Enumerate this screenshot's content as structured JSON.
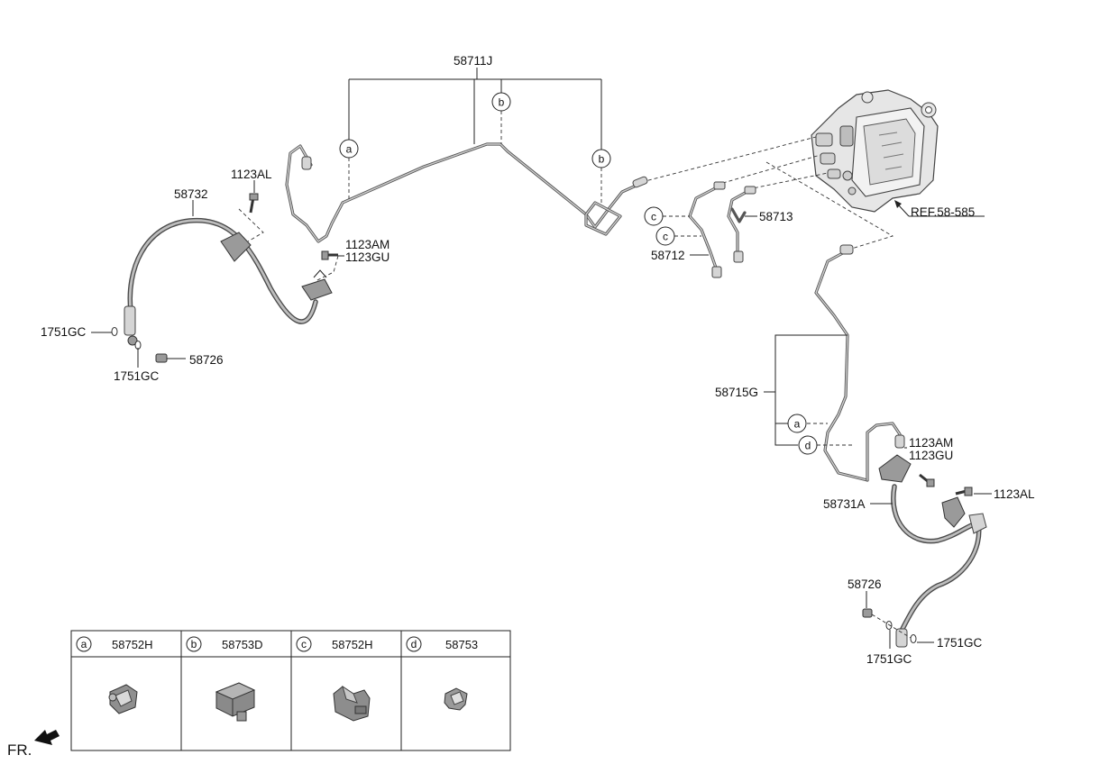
{
  "labels": {
    "p58711J": "58711J",
    "p1123AL_l": "1123AL",
    "p58732": "58732",
    "p1123AM_l": "1123AM",
    "p1123GU_l": "1123GU",
    "p1751GC_l1": "1751GC",
    "p1751GC_l2": "1751GC",
    "p58726_l": "58726",
    "p58713": "58713",
    "p58712": "58712",
    "ref": "REF.58-585",
    "p58715G": "58715G",
    "p1123AM_r": "1123AM",
    "p1123GU_r": "1123GU",
    "p58731A": "58731A",
    "p1123AL_r": "1123AL",
    "p58726_r": "58726",
    "p1751GC_r1": "1751GC",
    "p1751GC_r2": "1751GC"
  },
  "callouts": {
    "a": "a",
    "b": "b",
    "c": "c",
    "d": "d"
  },
  "legend": [
    {
      "letter": "a",
      "part": "58752H"
    },
    {
      "letter": "b",
      "part": "58753D"
    },
    {
      "letter": "c",
      "part": "58752H"
    },
    {
      "letter": "d",
      "part": "58753"
    }
  ],
  "fr_label": "FR."
}
